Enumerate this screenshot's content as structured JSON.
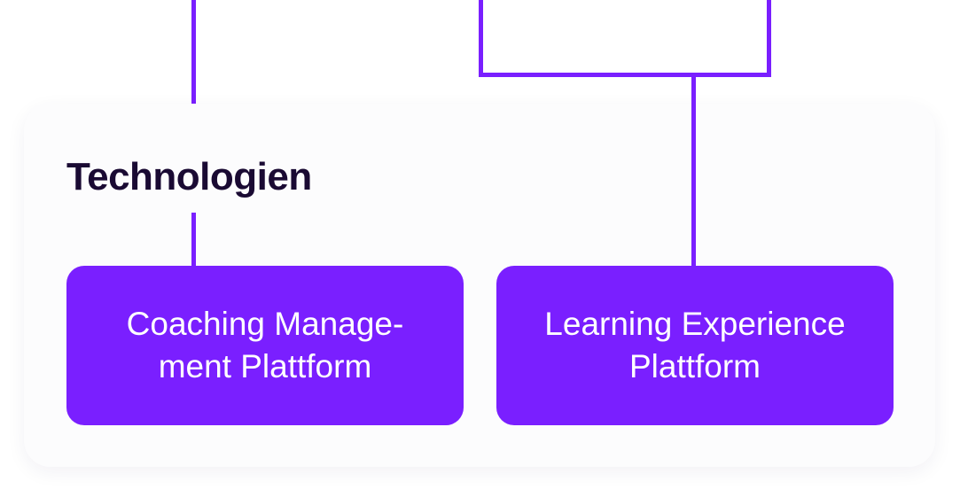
{
  "section": {
    "title": "Technologien"
  },
  "cards": [
    {
      "label": "Coaching Manage-\nment Plattform"
    },
    {
      "label": "Learning Experience\nPlattform"
    }
  ],
  "colors": {
    "accent": "#7a1fff",
    "panel_background": "#fcfcfd",
    "title_text": "#1a0a33",
    "card_text": "#ffffff"
  }
}
